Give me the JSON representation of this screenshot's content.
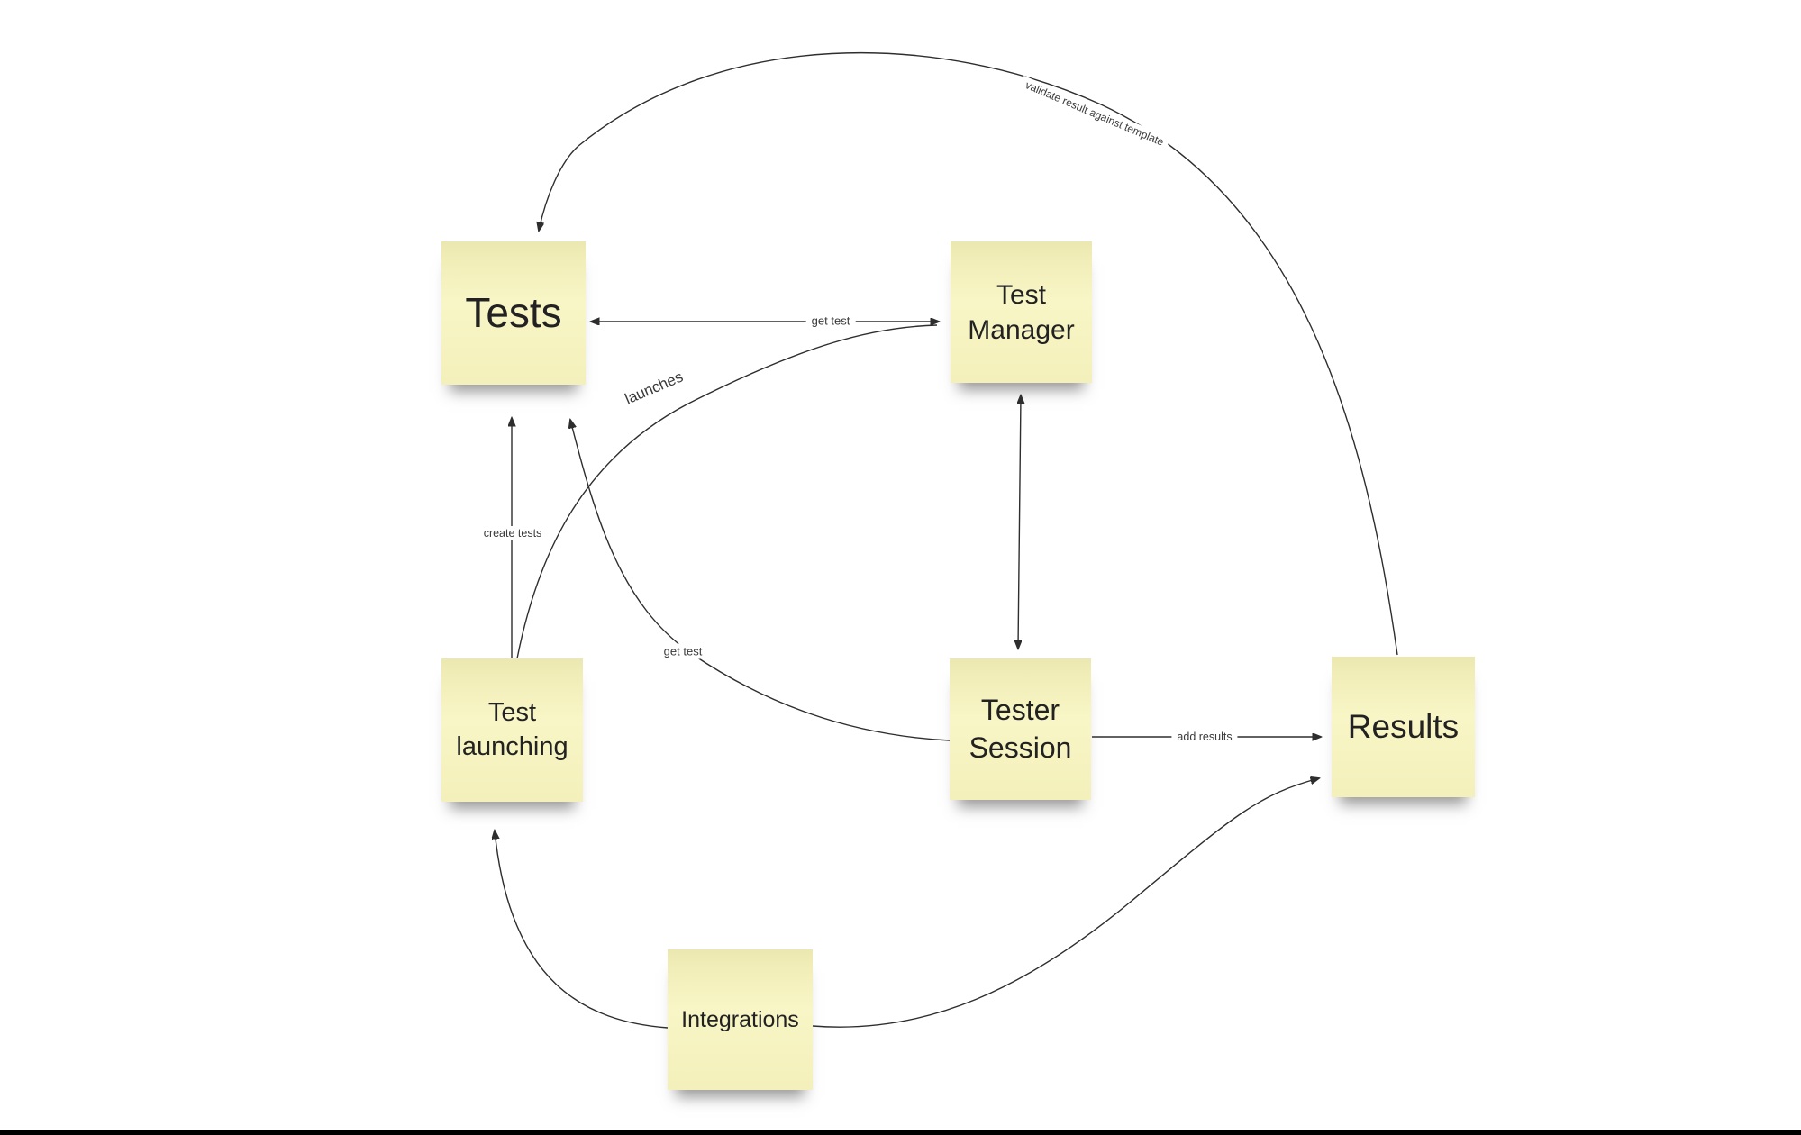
{
  "colors": {
    "background": "#ffffff",
    "note_fill": "#f8f5c0",
    "text": "#222222",
    "line": "#2e2e2e",
    "bottom_bar": "#000000"
  },
  "nodes": [
    {
      "id": "tests",
      "label": "Tests"
    },
    {
      "id": "test-manager",
      "label": "Test Manager"
    },
    {
      "id": "test-launching",
      "label": "Test launching"
    },
    {
      "id": "tester-session",
      "label": "Tester Session"
    },
    {
      "id": "results",
      "label": "Results"
    },
    {
      "id": "integrations",
      "label": "Integrations"
    }
  ],
  "edges": [
    {
      "id": "get-test-top",
      "label": "get test",
      "from": "tests",
      "to": "test-manager",
      "direction": "both"
    },
    {
      "id": "launches",
      "label": "launches",
      "from": "test-launching",
      "to": "test-manager",
      "direction": "none"
    },
    {
      "id": "create-tests",
      "label": "create tests",
      "from": "test-launching",
      "to": "tests",
      "direction": "forward"
    },
    {
      "id": "get-test-session",
      "label": "get test",
      "from": "tester-session",
      "to": "tests",
      "direction": "forward"
    },
    {
      "id": "manager-session",
      "label": "",
      "from": "test-manager",
      "to": "tester-session",
      "direction": "both"
    },
    {
      "id": "add-results",
      "label": "add results",
      "from": "tester-session",
      "to": "results",
      "direction": "forward"
    },
    {
      "id": "validate",
      "label": "validate result against template",
      "from": "results",
      "to": "tests",
      "direction": "forward"
    },
    {
      "id": "integrations-launching",
      "label": "",
      "from": "integrations",
      "to": "test-launching",
      "direction": "forward"
    },
    {
      "id": "integrations-results",
      "label": "",
      "from": "integrations",
      "to": "results",
      "direction": "forward"
    }
  ]
}
